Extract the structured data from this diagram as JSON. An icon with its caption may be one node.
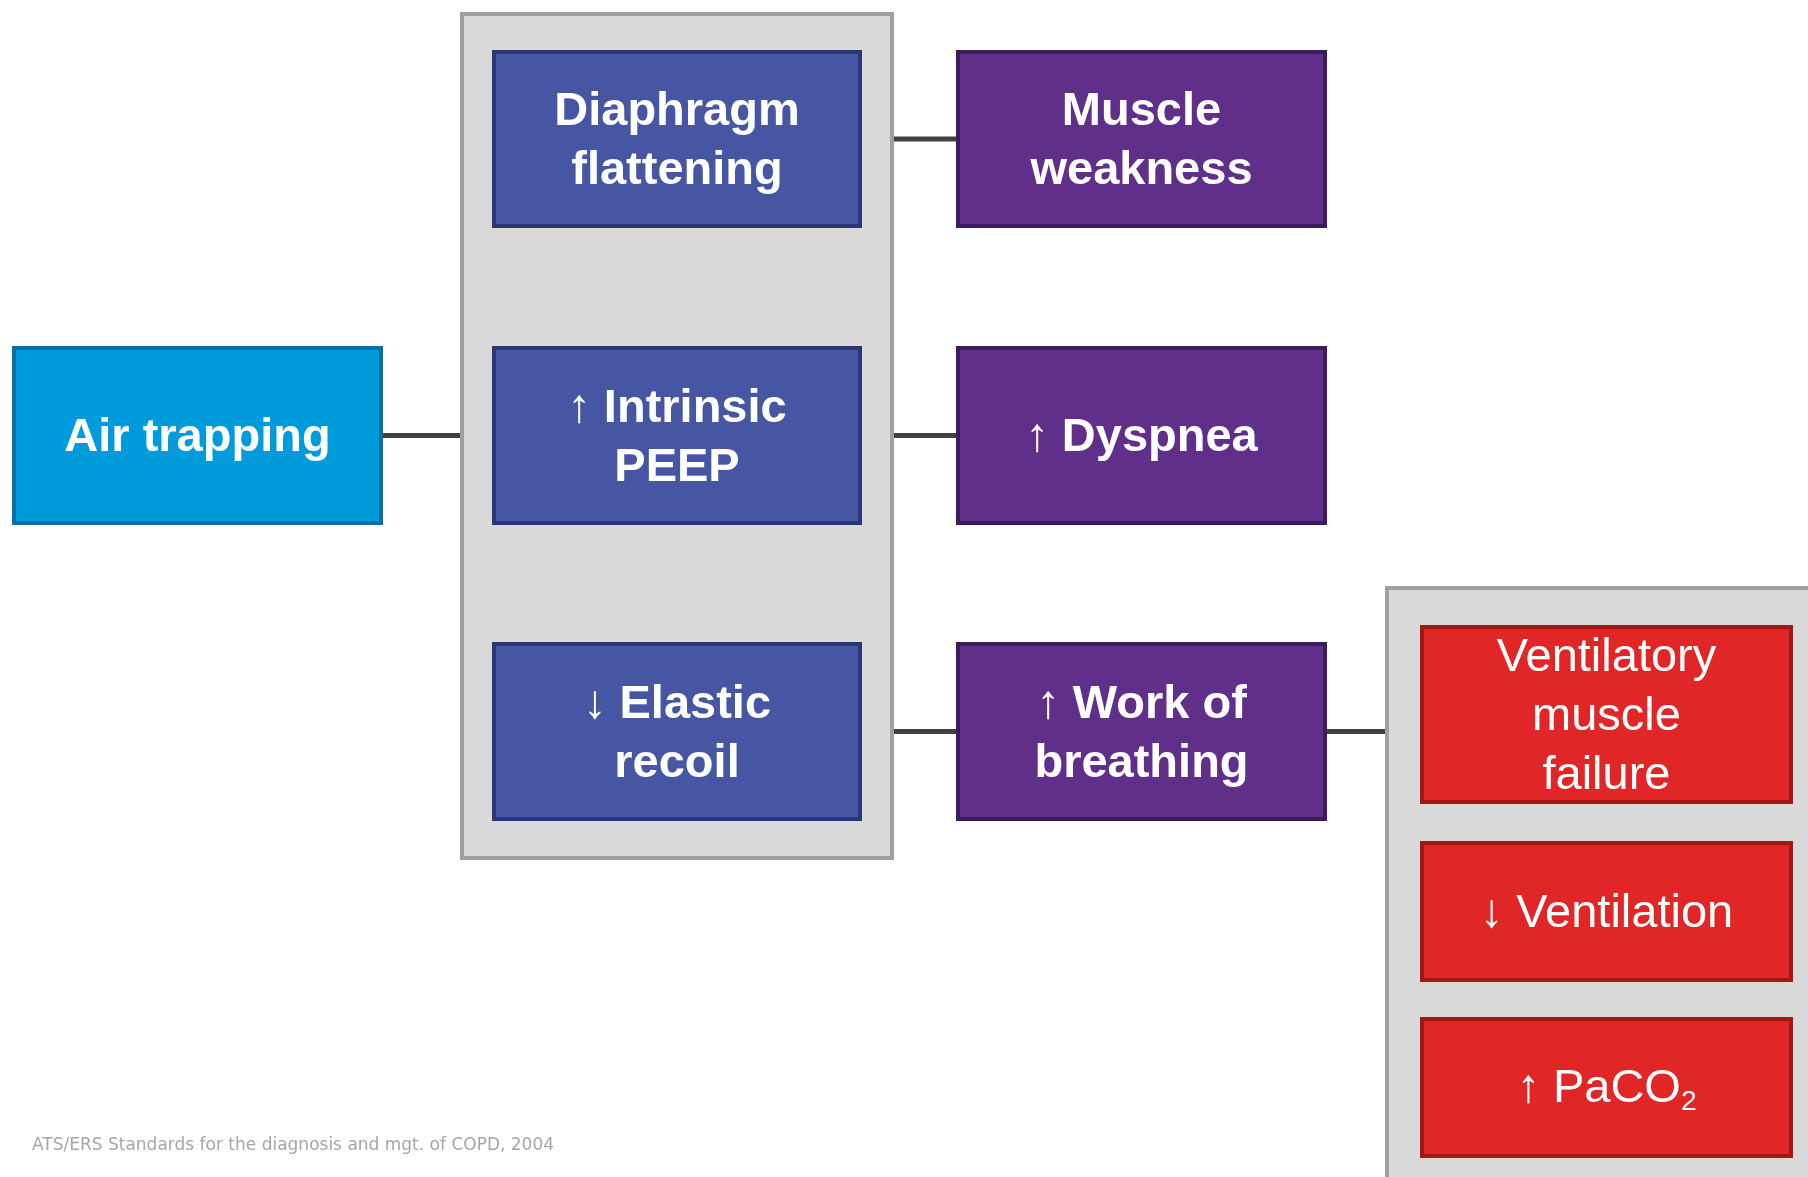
{
  "diagram": {
    "caption": "ATS/ERS Standards for the diagnosis and mgt. of COPD, 2004",
    "nodes": [
      {
        "text": [
          "Air trapping"
        ]
      },
      {
        "text": [],
        "shape": "box"
      },
      {
        "text": [
          "Diaphragm flattening"
        ],
        "in": 1
      },
      {
        "text": [
          "↑ Intrinsic PEEP"
        ],
        "in": 1
      },
      {
        "text": [
          "↓ Elastic recoil"
        ],
        "in": 1
      },
      {
        "text": [
          "Muscle weakness"
        ]
      },
      {
        "text": [
          "↑ Dyspnea"
        ]
      },
      {
        "text": [
          "↑ Work of breathing"
        ]
      },
      {
        "text": [],
        "shape": "box"
      },
      {
        "text": [
          "Ventilatory muscle failure"
        ],
        "in": 8
      },
      {
        "text": [
          "↓ Ventilation"
        ],
        "in": 8
      },
      {
        "text": [
          "↑ PaCO$_{2}$"
        ],
        "in": 8
      }
    ],
    "edges": [
      {
        "from": 0,
        "to": 1,
        "arrow": "none"
      },
      {
        "from": 2,
        "to": 5,
        "arrow": "none"
      },
      {
        "from": 3,
        "to": 6,
        "arrow": "none"
      },
      {
        "from": 4,
        "to": 7,
        "arrow": "none"
      },
      {
        "from": 7,
        "to": 8,
        "arrow": "none"
      }
    ]
  }
}
